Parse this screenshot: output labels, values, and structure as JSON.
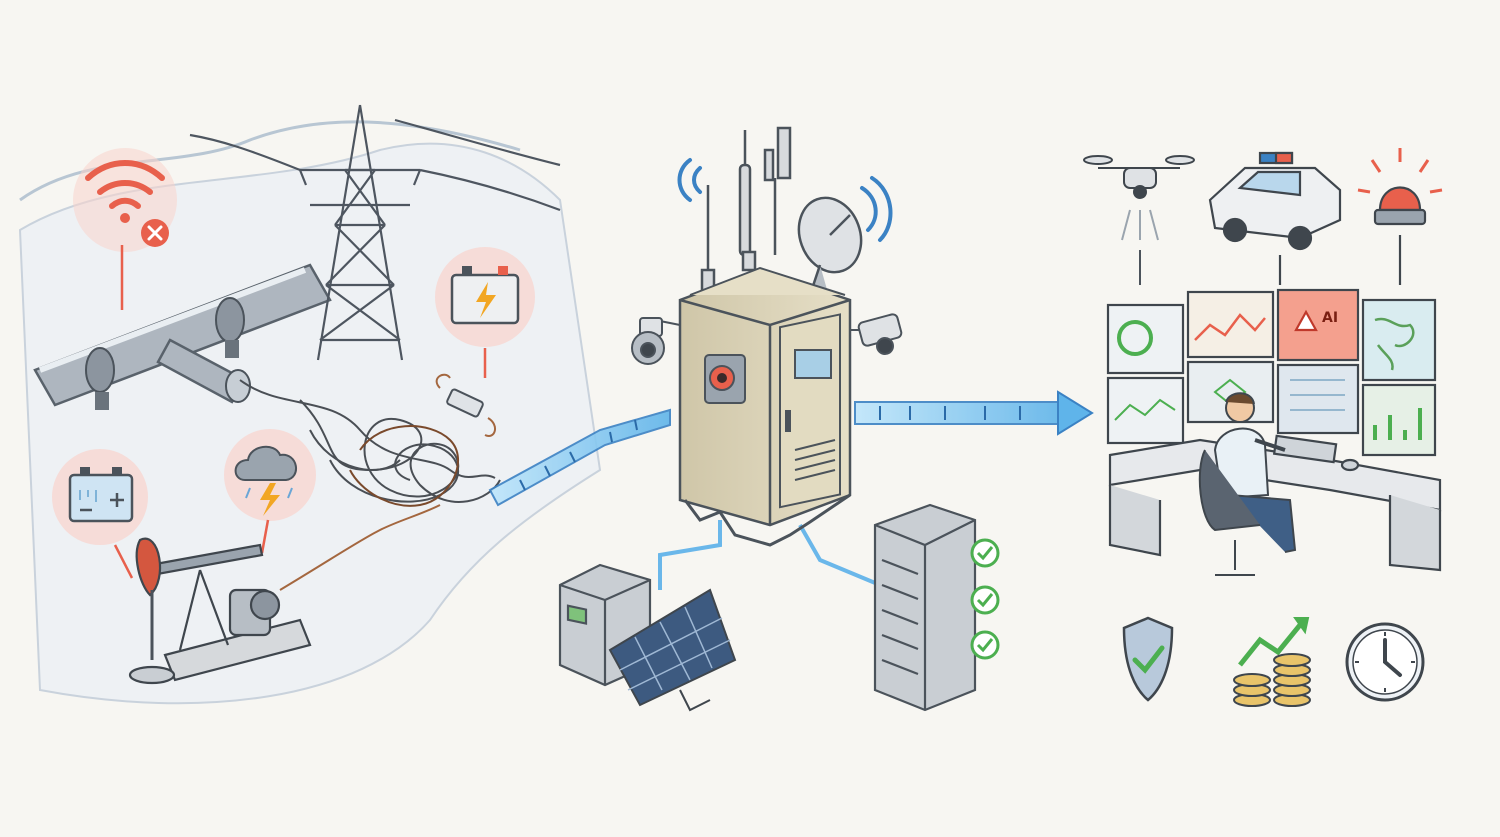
{
  "scene": {
    "stages": [
      "remote-field-site",
      "edge-enclosure",
      "monitoring-center"
    ]
  },
  "monitoring_wall": {
    "ai_panel_label": "AI"
  },
  "colors": {
    "background": "#f7f6f2",
    "alert_red": "#e8604c",
    "alert_bg": "#f9d3cc",
    "signal_blue": "#3b82c4",
    "data_glow": "#7cc6f0",
    "enclosure": "#d9d2b8",
    "success_green": "#4caf50",
    "coin_gold": "#e9c46a",
    "steel": "#9aa4ae"
  },
  "icons": [
    "wifi-off-icon",
    "battery-charging-icon",
    "battery-frozen-icon",
    "storm-icon",
    "wireless-signal-icon",
    "drone-icon",
    "police-car-icon",
    "siren-icon",
    "checkmark-icon",
    "shield-check-icon",
    "coins-growth-icon",
    "clock-icon"
  ]
}
